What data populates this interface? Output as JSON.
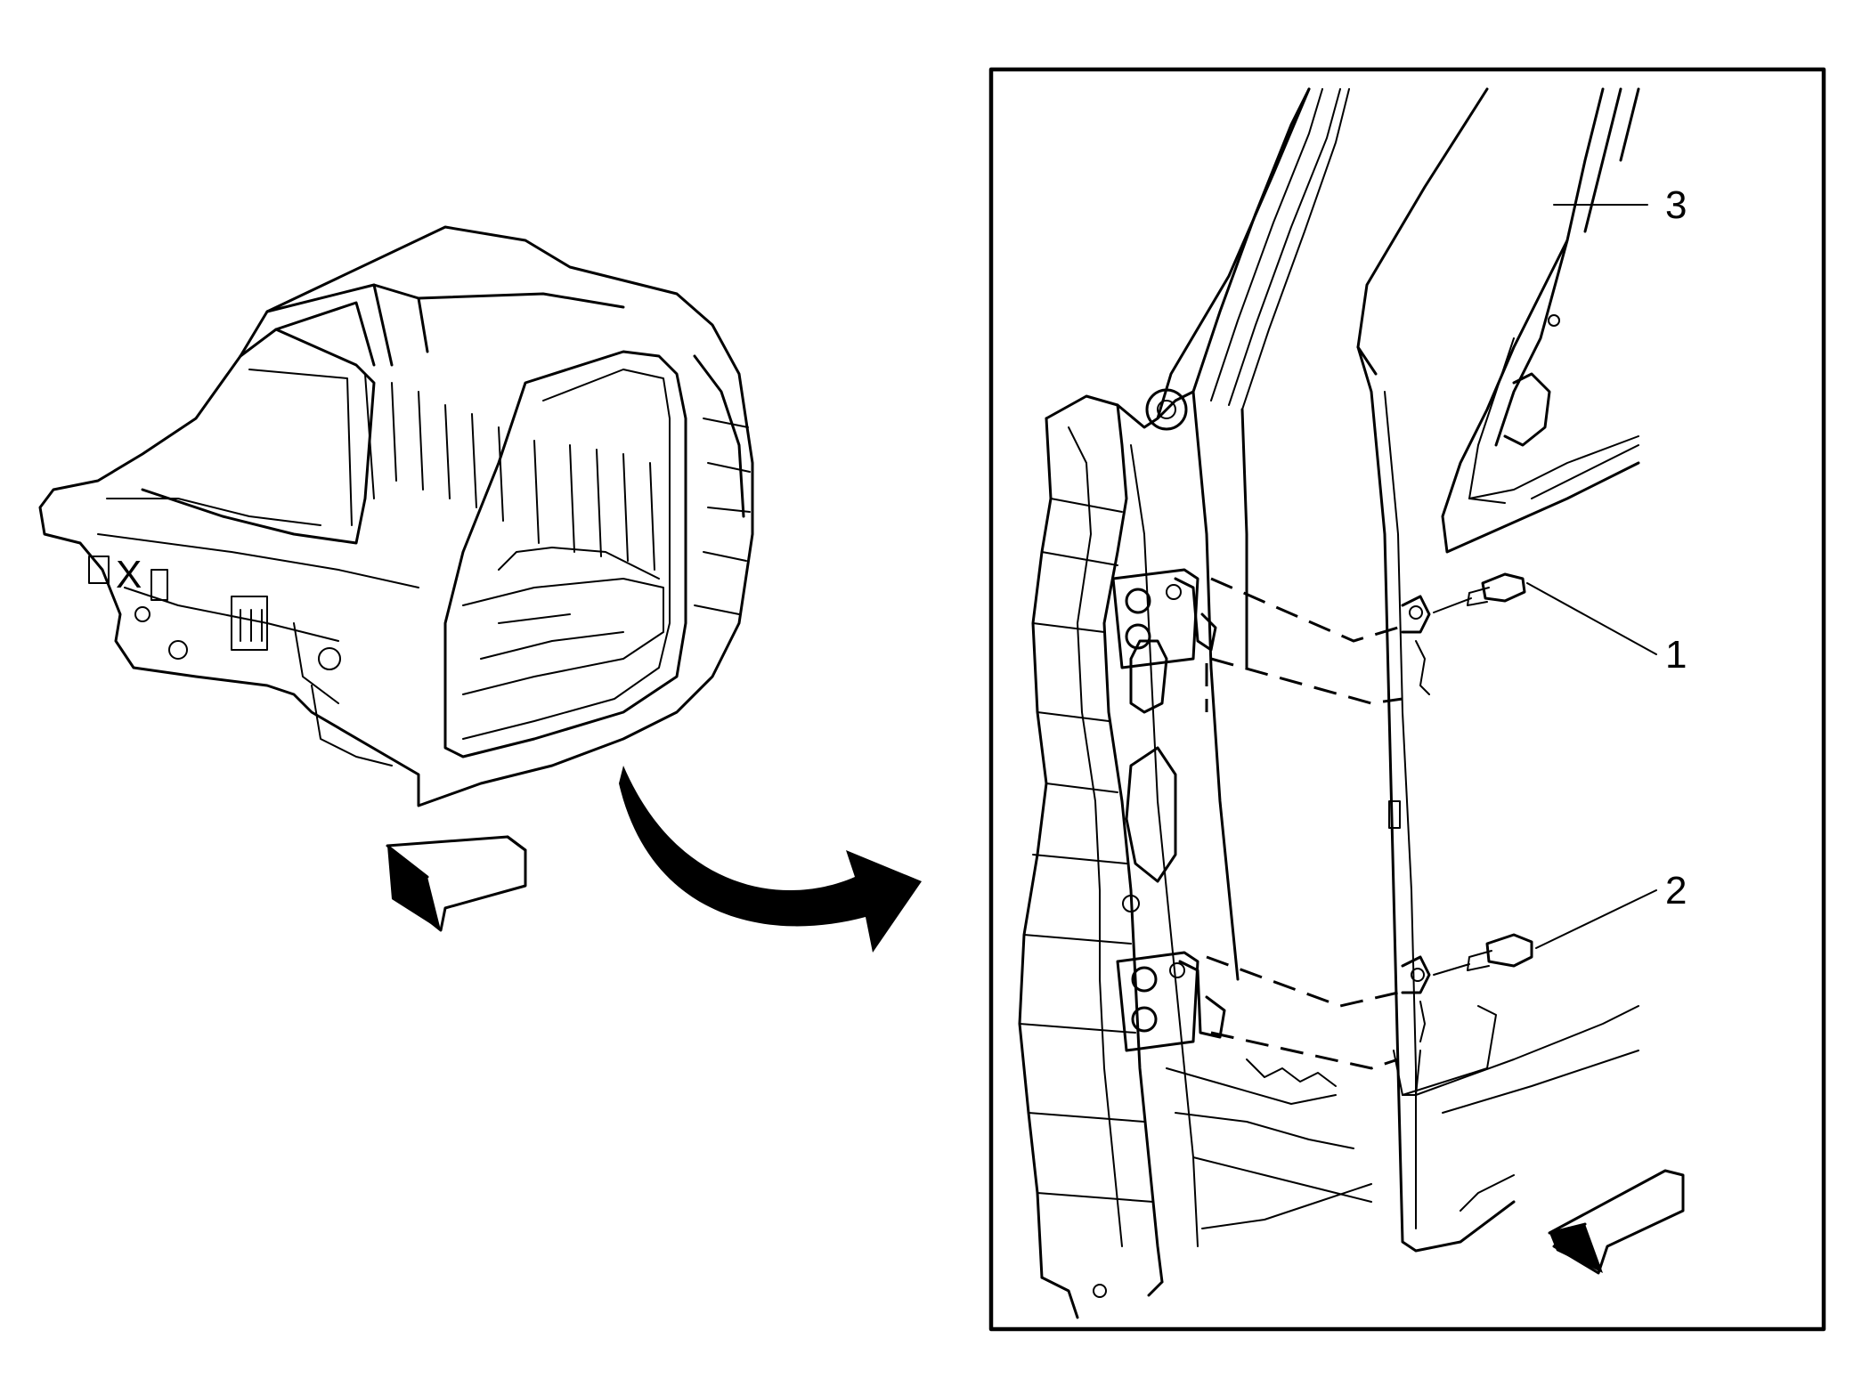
{
  "figure": {
    "overview_label": "",
    "detail_label": ""
  },
  "callouts": [
    {
      "number": "1",
      "part": ""
    },
    {
      "number": "2",
      "part": ""
    },
    {
      "number": "3",
      "part": ""
    }
  ],
  "icons": {
    "overview_direction": "forward-arrow-icon",
    "detail_direction": "forward-arrow-icon",
    "zoom": "curved-arrow-icon"
  }
}
